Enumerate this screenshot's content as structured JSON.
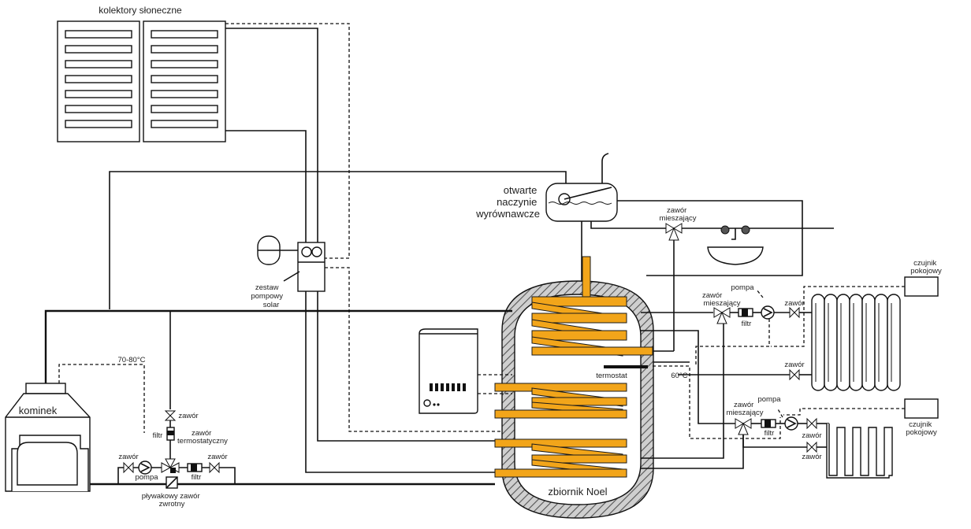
{
  "labels": {
    "collectors": "kolektory słoneczne",
    "expansion_vessel": [
      "otwarte",
      "naczynie",
      "wyrównawcze"
    ],
    "pump_set": [
      "zestaw",
      "pompowy",
      "solar"
    ],
    "tank": "zbiornik Noel",
    "fireplace": "kominek",
    "temp_fireplace": "70-80°C",
    "temp_tank": "60°C",
    "thermostat": "termostat",
    "mixing_valve_top": [
      "zawór",
      "mieszający"
    ],
    "mixing_valve_radiator": [
      "zawór",
      "mieszający"
    ],
    "mixing_valve_floor": [
      "zawór",
      "mieszający"
    ],
    "pump_radiator": "pompa",
    "pump_floor": "pompa",
    "filter_radiator": "filtr",
    "filter_floor": "filtr",
    "valve_radiator_1": "zawór",
    "valve_radiator_2": "zawór",
    "valve_floor_1": "zawór",
    "valve_floor_2": "zawór",
    "room_sensor_1": [
      "czujnik",
      "pokojowy"
    ],
    "room_sensor_2": [
      "czujnik",
      "pokojowy"
    ],
    "valve_left": "zawór",
    "pump_left": "pompa",
    "valve_left_2": "zawór",
    "filter_left": "filtr",
    "filter_left_2": "filtr",
    "valve_vertical": "zawór",
    "thermostatic_valve": [
      "zawór",
      "termostatyczny"
    ],
    "float_check_valve": [
      "pływakowy zawór",
      "zwrotny"
    ]
  },
  "colors": {
    "coil": "#f2a51a",
    "insulation": "#8a8a8a",
    "line": "#111111"
  }
}
